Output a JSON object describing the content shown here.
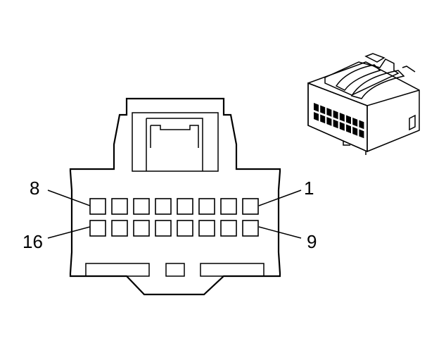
{
  "diagram": {
    "type": "connector-face-view",
    "pins_per_row": 8,
    "row_top": {
      "first_pin": 1,
      "last_pin": 8
    },
    "row_bottom": {
      "first_pin": 9,
      "last_pin": 16
    },
    "labels": {
      "top_left": "8",
      "top_right": "1",
      "bottom_left": "16",
      "bottom_right": "9"
    },
    "colors": {
      "line": "#000000",
      "background": "#ffffff",
      "shade": "#d8d8d8"
    }
  }
}
